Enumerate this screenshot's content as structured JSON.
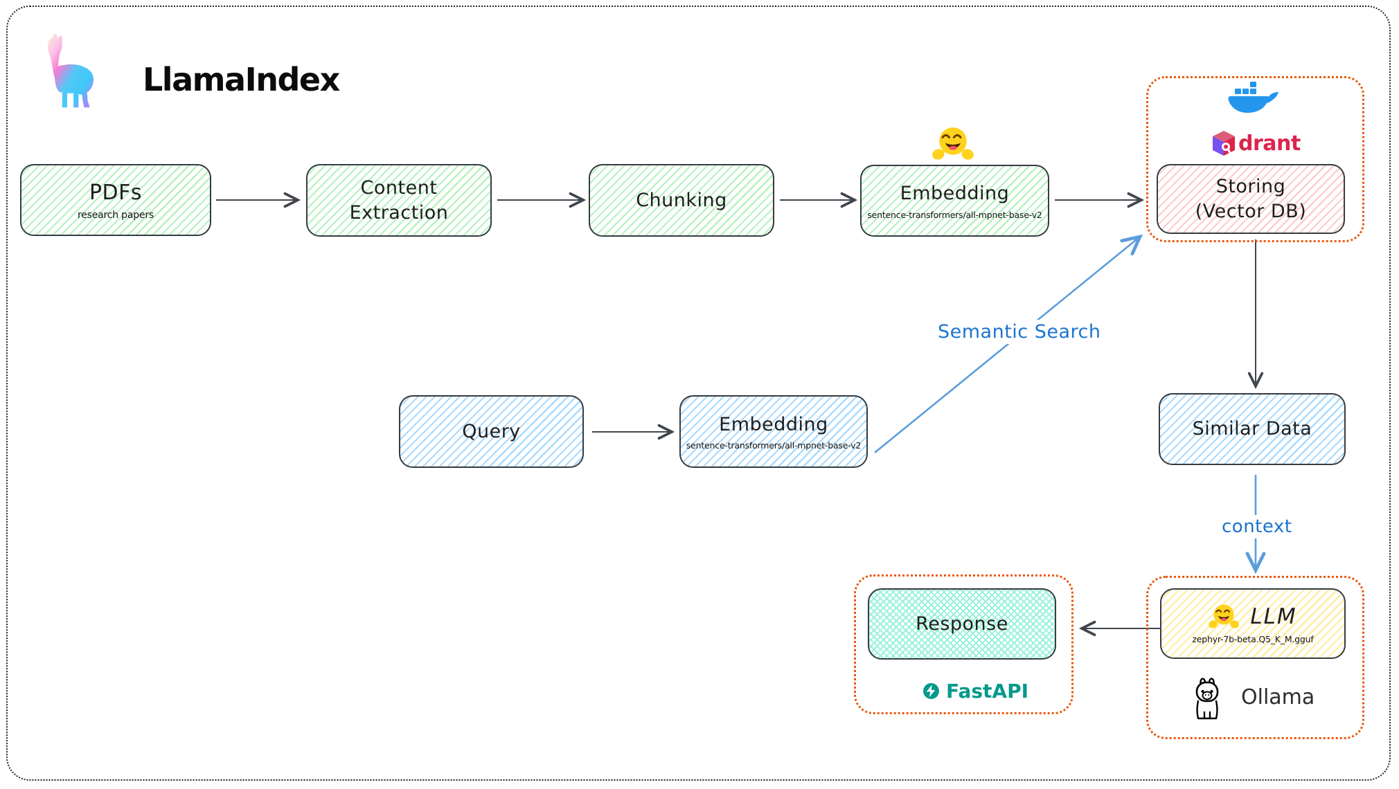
{
  "brand": {
    "name": "LlamaIndex"
  },
  "nodes": {
    "pdfs": {
      "title": "PDFs",
      "subtitle": "research papers"
    },
    "content_extraction": {
      "title": "Content\nExtraction"
    },
    "chunking": {
      "title": "Chunking"
    },
    "embedding_docs": {
      "title": "Embedding",
      "subtitle": "sentence-transformers/all-mpnet-base-v2"
    },
    "storing": {
      "title": "Storing\n(Vector DB)"
    },
    "similar_data": {
      "title": "Similar Data"
    },
    "query": {
      "title": "Query"
    },
    "embedding_query": {
      "title": "Embedding",
      "subtitle": "sentence-transformers/all-mpnet-base-v2"
    },
    "llm": {
      "title": "LLM",
      "subtitle": "zephyr-7b-beta.Q5_K_M.gguf"
    },
    "response": {
      "title": "Response"
    }
  },
  "edges": {
    "semantic_search": "Semantic Search",
    "context": "context"
  },
  "logos": {
    "qdrant": "drant",
    "ollama": "Ollama",
    "fastapi": "FastAPI"
  },
  "colors": {
    "group_border_orange": "#e8590c",
    "hachure_green": "#b2f2bb",
    "hachure_blue": "#a5d8ff",
    "hachure_pink": "#ffc9c9",
    "hachure_yellow": "#ffec99",
    "crosshatch_mint": "#96f2d7",
    "edge_black": "#41464c",
    "edge_blue": "#5c9ddb",
    "edge_label_blue": "#1b74cf",
    "qdrant_red": "#dc244c",
    "fastapi_teal": "#05998b",
    "docker_blue": "#2496ed"
  }
}
